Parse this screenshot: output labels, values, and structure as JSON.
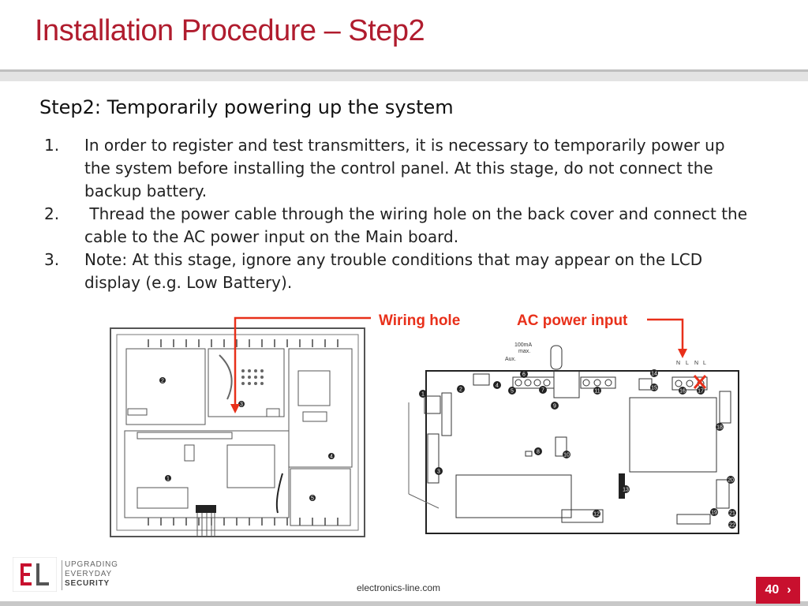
{
  "slide": {
    "title": "Installation Procedure – Step2",
    "subtitle": "Step2: Temporarily powering up the system",
    "steps": [
      {
        "num": "1.",
        "text": "In order to register and test transmitters, it is necessary to temporarily power up the system before installing the control panel. At this stage, do not connect the backup battery."
      },
      {
        "num": "2.",
        "text": " Thread the power cable through the wiring hole on the back cover and connect the cable to the AC power input on the Main board."
      },
      {
        "num": "3.",
        "text": "Note: At this stage, ignore any trouble conditions that may appear on the LCD display (e.g. Low Battery)."
      }
    ]
  },
  "figure": {
    "wiring_hole_label": "Wiring hole",
    "ac_power_label": "AC power input",
    "accent_color": "#e8301a",
    "back_cover_numbers": [
      "1",
      "2",
      "3",
      "4",
      "5"
    ],
    "main_board_numbers": [
      "1",
      "2",
      "3",
      "4",
      "5",
      "6",
      "7",
      "8",
      "9",
      "10",
      "11",
      "12",
      "13",
      "14",
      "15",
      "16",
      "17",
      "18",
      "19",
      "20",
      "21",
      "22"
    ],
    "board_text": {
      "aux_rating": "100mA",
      "aux_max": "max.",
      "aux_label": "Aux.",
      "terminal_n": "N",
      "terminal_l": "L"
    }
  },
  "footer": {
    "logo_text": "EL",
    "tagline_1": "UPGRADING",
    "tagline_2": "EVERYDAY",
    "tagline_3": "SECURITY",
    "website": "electronics-line.com",
    "page_number": "40",
    "next_icon": "chevron-right-icon"
  }
}
